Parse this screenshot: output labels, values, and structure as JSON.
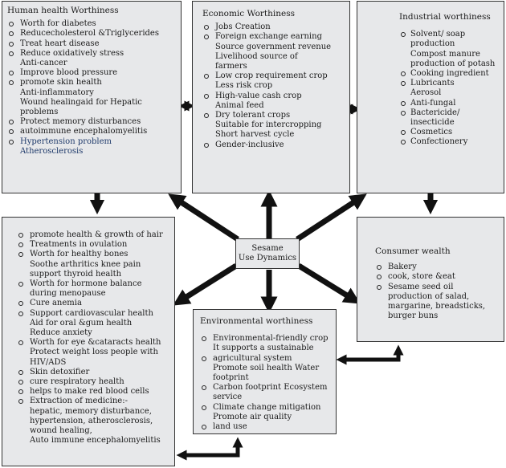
{
  "center": {
    "line1": "Sesame",
    "line2": "Use Dynamics"
  },
  "human_health": {
    "title": "Human health Worthiness",
    "items": [
      {
        "text": "Worth for diabetes",
        "bullet": true
      },
      {
        "text": "Reducecholesterol &Triglycerides",
        "bullet": true
      },
      {
        "text": "Treat heart disease",
        "bullet": true
      },
      {
        "text": "Reduce oxidatively stress",
        "bullet": true
      },
      {
        "text": "Anti-cancer",
        "bullet": false
      },
      {
        "text": "Improve blood pressure",
        "bullet": true
      },
      {
        "text": "promote skin health",
        "bullet": true
      },
      {
        "text": "Anti-inflammatory",
        "bullet": false
      },
      {
        "text": "Wound healingaid for Hepatic",
        "bullet": false
      },
      {
        "text": "problems",
        "bullet": false
      },
      {
        "text": "Protect memory disturbances",
        "bullet": true
      },
      {
        "text": "autoimmune encephalomyelitis",
        "bullet": true
      },
      {
        "text": "Hypertension problem",
        "bullet": true
      },
      {
        "text": "Atherosclerosis",
        "bullet": false
      }
    ]
  },
  "economic": {
    "title": "Economic Worthiness",
    "items": [
      {
        "text": "Jobs Creation",
        "bullet": true
      },
      {
        "text": "Foreign exchange earning",
        "bullet": true
      },
      {
        "text": "Source government revenue",
        "bullet": false
      },
      {
        "text": "Livelihood source of",
        "bullet": false
      },
      {
        "text": "farmers",
        "bullet": false
      },
      {
        "text": "Low crop requirement crop",
        "bullet": true
      },
      {
        "text": "Less risk crop",
        "bullet": false
      },
      {
        "text": "High-value cash crop",
        "bullet": true
      },
      {
        "text": "Animal feed",
        "bullet": false
      },
      {
        "text": "Dry tolerant crops",
        "bullet": true
      },
      {
        "text": "Suitable for intercropping",
        "bullet": false
      },
      {
        "text": "Short harvest cycle",
        "bullet": false
      },
      {
        "text": "Gender-inclusive",
        "bullet": true
      }
    ]
  },
  "industrial": {
    "title": "Industrial worthiness",
    "items": [
      {
        "text": "Solvent/ soap production",
        "bullet": true
      },
      {
        "text": "Compost manure",
        "bullet": false
      },
      {
        "text": "production of potash",
        "bullet": false
      },
      {
        "text": "Cooking ingredient",
        "bullet": true
      },
      {
        "text": "Lubricants",
        "bullet": true
      },
      {
        "text": "Aerosol",
        "bullet": false
      },
      {
        "text": "Anti-fungal",
        "bullet": true
      },
      {
        "text": "Bactericide/ insecticide",
        "bullet": true
      },
      {
        "text": "Cosmetics",
        "bullet": true
      },
      {
        "text": "Confectionery",
        "bullet": true
      }
    ]
  },
  "health_benefits": {
    "items": [
      {
        "text": "promote health & growth of hair",
        "bullet": true
      },
      {
        "text": "Treatments in ovulation",
        "bullet": true
      },
      {
        "text": "Worth for healthy bones",
        "bullet": true
      },
      {
        "text": "Soothe arthritics knee pain",
        "bullet": false
      },
      {
        "text": "support thyroid health",
        "bullet": false
      },
      {
        "text": "Worth for hormone balance",
        "bullet": true
      },
      {
        "text": "during menopause",
        "bullet": false
      },
      {
        "text": "Cure anemia",
        "bullet": true
      },
      {
        "text": "Support cardiovascular health",
        "bullet": true
      },
      {
        "text": "Aid for oral &gum health",
        "bullet": false
      },
      {
        "text": "Reduce anxiety",
        "bullet": false
      },
      {
        "text": "Worth for eye &cataracts health",
        "bullet": true
      },
      {
        "text": "Protect weight loss people with",
        "bullet": false
      },
      {
        "text": "HIV/ADS",
        "bullet": false
      },
      {
        "text": "Skin detoxifier",
        "bullet": true
      },
      {
        "text": "cure respiratory health",
        "bullet": true
      },
      {
        "text": "helps to make red blood cells",
        "bullet": true
      },
      {
        "text": "Extraction of medicine:-",
        "bullet": true
      },
      {
        "text": "hepatic, memory disturbance,",
        "bullet": false
      },
      {
        "text": "hypertension, atherosclerosis,",
        "bullet": false
      },
      {
        "text": "wound healing,",
        "bullet": false
      },
      {
        "text": "Auto immune encephalomyelitis",
        "bullet": false
      }
    ]
  },
  "consumer": {
    "title": "Consumer wealth",
    "items": [
      {
        "text": "Bakery",
        "bullet": true
      },
      {
        "text": "cook, store &eat",
        "bullet": true
      },
      {
        "text": "Sesame seed oil",
        "bullet": true
      },
      {
        "text": "production of salad,",
        "bullet": false
      },
      {
        "text": "margarine, breadsticks,",
        "bullet": false
      },
      {
        "text": "burger buns",
        "bullet": false
      }
    ]
  },
  "environmental": {
    "title": "Environmental worthiness",
    "items": [
      {
        "text": "Environmental-friendly crop",
        "bullet": true
      },
      {
        "text": "It supports a sustainable",
        "bullet": false
      },
      {
        "text": "agricultural system",
        "bullet": true
      },
      {
        "text": "Promote soil health Water footprint",
        "bullet": false
      },
      {
        "text": "Carbon footprint Ecosystem",
        "bullet": true
      },
      {
        "text": "service",
        "bullet": false
      },
      {
        "text": "Climate change mitigation",
        "bullet": true
      },
      {
        "text": "Promote air quality",
        "bullet": false
      },
      {
        "text": "land use",
        "bullet": true
      }
    ]
  },
  "colors": {
    "box_fill": "#e7e8ea",
    "border": "#333333",
    "arrow": "#111111"
  }
}
